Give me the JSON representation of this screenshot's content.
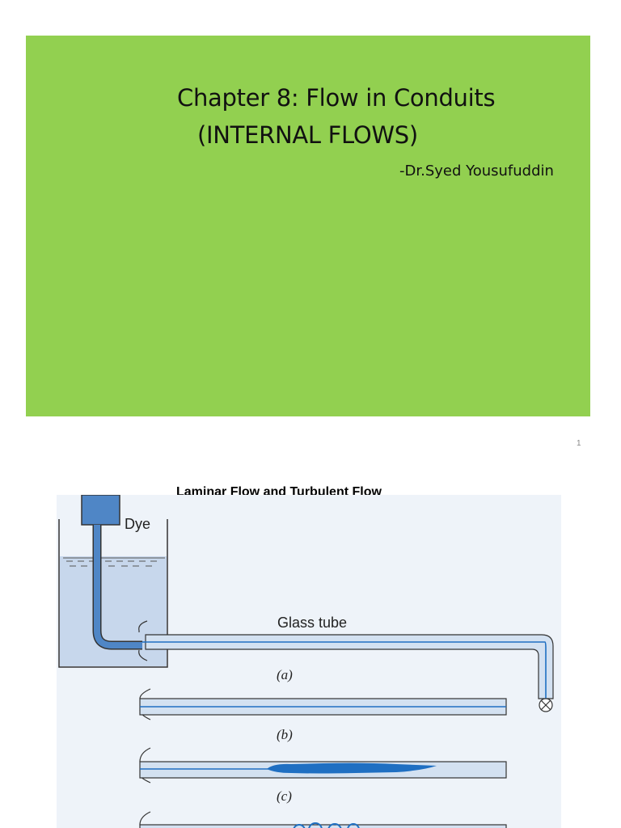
{
  "slide1": {
    "title_line1": "Chapter 8: Flow in Conduits",
    "title_line2": "(INTERNAL FLOWS)",
    "author": "-Dr.Syed Yousufuddin",
    "page_number": "1",
    "background_color": "#92d050"
  },
  "slide2": {
    "title": "Laminar Flow and Turbulent Flow",
    "figure": {
      "dye_label": "Dye",
      "tube_label": "Glass tube",
      "labels": [
        "(a)",
        "(b)",
        "(c)"
      ],
      "colors": {
        "background": "#eef3f9",
        "water": "#c7d7ec",
        "tube_fill": "#d3e1f1",
        "dye": "#1f6fc2",
        "outline": "#333333"
      }
    }
  }
}
